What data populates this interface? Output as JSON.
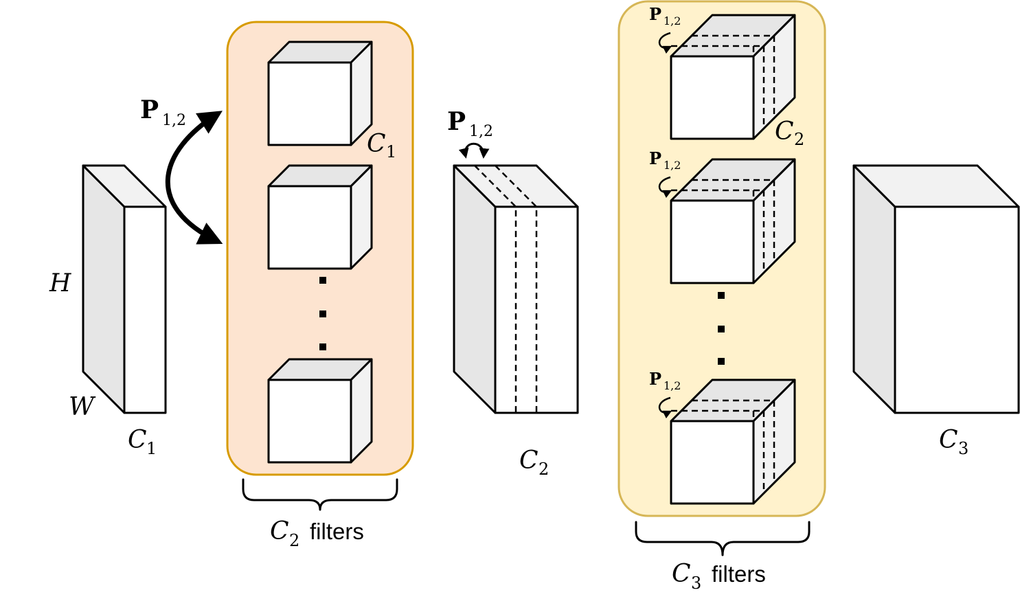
{
  "colors": {
    "conv_group_fill": "#fde4d0",
    "conv_group_stroke": "#d79b00",
    "pw_group_fill": "#fff2cc",
    "pw_group_stroke": "#d6b656",
    "cube_top": "#e6e6e6",
    "cube_side": "#f2f2f2"
  },
  "permutation": {
    "symbol": "P",
    "subscript": "1,2"
  },
  "input_tensor": {
    "height_label": "H",
    "width_label": "W",
    "channel_label": "C",
    "channel_sub": "1"
  },
  "conv_filters": {
    "filter_channel_label": "C",
    "filter_channel_sub": "1",
    "group_label": "C",
    "group_sub": "2",
    "group_suffix": "filters",
    "ellipsis": "⋮"
  },
  "middle_tensor": {
    "channel_label": "C",
    "channel_sub": "2"
  },
  "pw_filters": {
    "filter_channel_label": "C",
    "filter_channel_sub": "2",
    "group_label": "C",
    "group_sub": "3",
    "group_suffix": "filters"
  },
  "output_tensor": {
    "channel_label": "C",
    "channel_sub": "3"
  }
}
